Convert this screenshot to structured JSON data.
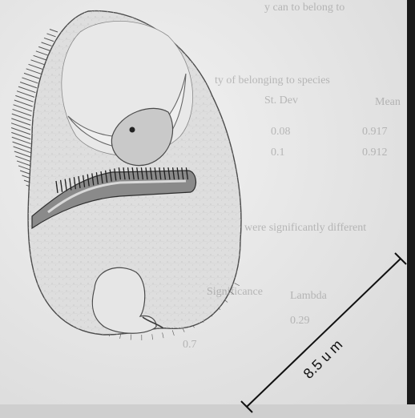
{
  "image": {
    "subject": "ciliate-protozoan-drawing",
    "tone": "grayscale"
  },
  "scale_bar": {
    "label": "8.5 u m"
  },
  "bleed_through_text": [
    "y can to belong to",
    "ty of belonging to species",
    "Mean",
    "St. Dev",
    "0.917",
    "0.912",
    "0.08",
    "0.1",
    "were significantly different",
    "Lambda",
    "Significance",
    "0.29",
    "0.7"
  ]
}
